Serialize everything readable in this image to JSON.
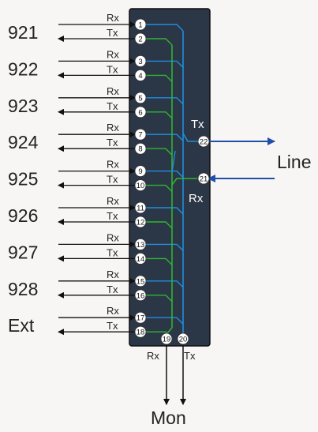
{
  "channels": [
    {
      "name": "921",
      "rx_port": "1",
      "tx_port": "2"
    },
    {
      "name": "922",
      "rx_port": "3",
      "tx_port": "4"
    },
    {
      "name": "923",
      "rx_port": "5",
      "tx_port": "6"
    },
    {
      "name": "924",
      "rx_port": "7",
      "tx_port": "8"
    },
    {
      "name": "925",
      "rx_port": "9",
      "tx_port": "10"
    },
    {
      "name": "926",
      "rx_port": "11",
      "tx_port": "12"
    },
    {
      "name": "927",
      "rx_port": "13",
      "tx_port": "14"
    },
    {
      "name": "928",
      "rx_port": "15",
      "tx_port": "16"
    },
    {
      "name": "Ext",
      "rx_port": "17",
      "tx_port": "18"
    }
  ],
  "rx_label": "Rx",
  "tx_label": "Tx",
  "line": {
    "label": "Line",
    "tx_label": "Tx",
    "rx_label": "Rx",
    "tx_port": "22",
    "rx_port": "21"
  },
  "mon": {
    "label": "Mon",
    "rx_label": "Rx",
    "tx_label": "Tx",
    "rx_port": "19",
    "tx_port": "20"
  },
  "colors": {
    "box": "#2b3647",
    "box_border": "#111111",
    "rx_line": "#1f8fe0",
    "tx_line": "#2fb52f",
    "line_arrow": "#1f4fa8",
    "port_fill": "#ffffff",
    "text": "#222222"
  }
}
